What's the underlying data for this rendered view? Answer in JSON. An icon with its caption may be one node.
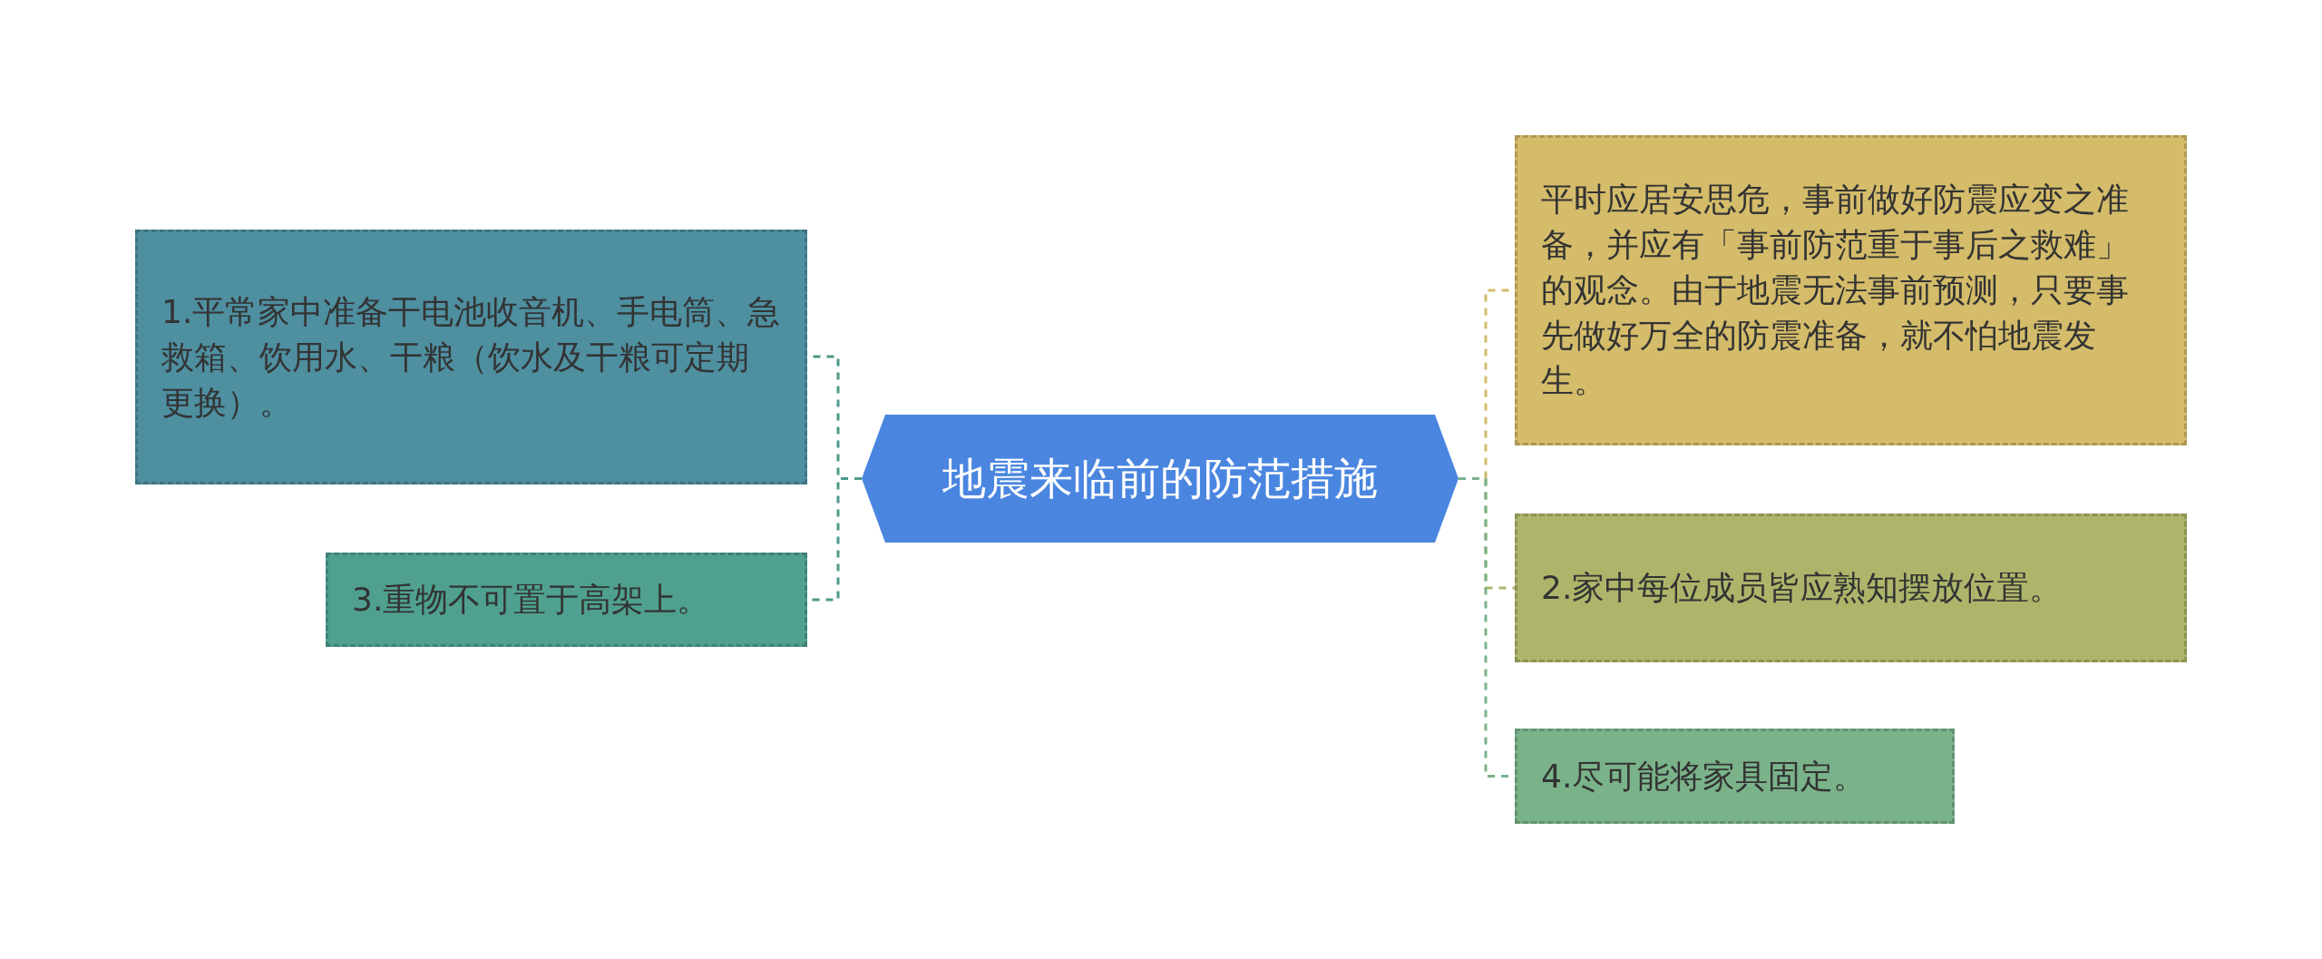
{
  "diagram": {
    "nodes": [
      {
        "text": [
          "地震来临前的防范措施"
        ]
      },
      {
        "text": [
          "1.平常家中准备干电池收音机、手电筒、急救箱、饮用水、干粮（饮水及干粮可定期更换）。"
        ]
      },
      {
        "text": [
          "3.重物不可置于高架上。"
        ]
      },
      {
        "text": [
          "平时应居安思危，事前做好防震应变之准备，并应有「事前防范重于事后之救难」的观念。由于地震无法事前预测，只要事先做好万全的防震准备，就不怕地震发生。"
        ]
      },
      {
        "text": [
          "2.家中每位成员皆应熟知摆放位置。"
        ]
      },
      {
        "text": [
          "4.尽可能将家具固定。"
        ]
      }
    ],
    "edges": [
      {
        "from": 0,
        "to": 1,
        "arrow": "none",
        "style": "dashed",
        "color": "#4e9a8a"
      },
      {
        "from": 0,
        "to": 2,
        "arrow": "none",
        "style": "dashed",
        "color": "#4e9a8a"
      },
      {
        "from": 0,
        "to": 3,
        "arrow": "none",
        "style": "dashed",
        "color": "#d4bc6a"
      },
      {
        "from": 0,
        "to": 4,
        "arrow": "none",
        "style": "dashed",
        "color": "#adb56a"
      },
      {
        "from": 0,
        "to": 5,
        "arrow": "none",
        "style": "dashed",
        "color": "#7ab38a"
      }
    ]
  }
}
